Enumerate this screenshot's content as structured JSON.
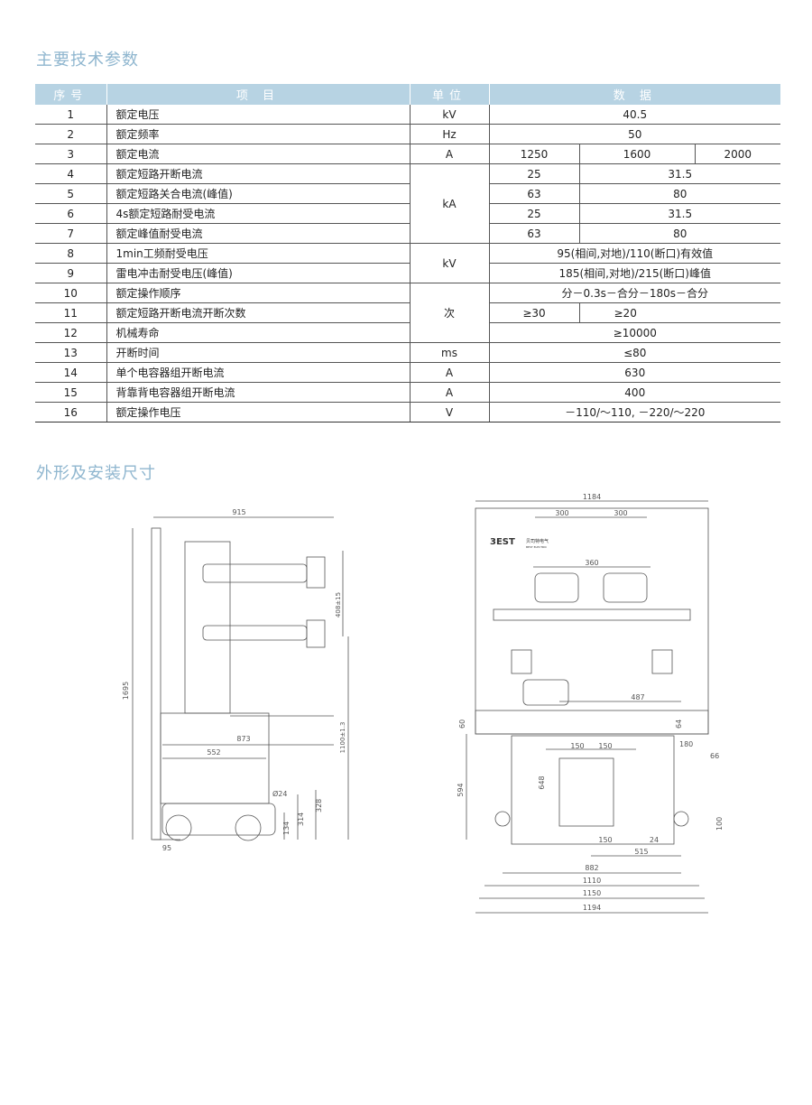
{
  "titles": {
    "specs": "主要技术参数",
    "dimensions": "外形及安装尺寸"
  },
  "table": {
    "headers": [
      "序号",
      "项 目",
      "单位",
      "数 据"
    ],
    "rows": [
      {
        "no": "1",
        "item": "额定电压",
        "unit": "kV",
        "data": [
          "40.5"
        ]
      },
      {
        "no": "2",
        "item": "额定频率",
        "unit": "Hz",
        "data": [
          "50"
        ]
      },
      {
        "no": "3",
        "item": "额定电流",
        "unit": "A",
        "data": [
          "1250",
          "1600",
          "2000"
        ]
      },
      {
        "no": "4",
        "item": "额定短路开断电流",
        "unit": "kA",
        "data": [
          "25",
          "31.5"
        ]
      },
      {
        "no": "5",
        "item": "额定短路关合电流(峰值)",
        "unit": "",
        "data": [
          "63",
          "80"
        ]
      },
      {
        "no": "6",
        "item": "4s额定短路耐受电流",
        "unit": "",
        "data": [
          "25",
          "31.5"
        ]
      },
      {
        "no": "7",
        "item": "额定峰值耐受电流",
        "unit": "",
        "data": [
          "63",
          "80"
        ]
      },
      {
        "no": "8",
        "item": "1min工频耐受电压",
        "unit": "kV",
        "data": [
          "95(相间,对地)/110(断口)有效值"
        ]
      },
      {
        "no": "9",
        "item": "雷电冲击耐受电压(峰值)",
        "unit": "",
        "data": [
          "185(相间,对地)/215(断口)峰值"
        ]
      },
      {
        "no": "10",
        "item": "额定操作顺序",
        "unit": "次",
        "data": [
          "分－0.3s－合分－180s－合分"
        ]
      },
      {
        "no": "11",
        "item": "额定短路开断电流开断次数",
        "unit": "",
        "data": [
          "≥30",
          "≥20"
        ]
      },
      {
        "no": "12",
        "item": "机械寿命",
        "unit": "",
        "data": [
          "≥10000"
        ]
      },
      {
        "no": "13",
        "item": "开断时间",
        "unit": "ms",
        "data": [
          "≤80"
        ]
      },
      {
        "no": "14",
        "item": "单个电容器组开断电流",
        "unit": "A",
        "data": [
          "630"
        ]
      },
      {
        "no": "15",
        "item": "背靠背电容器组开断电流",
        "unit": "A",
        "data": [
          "400"
        ]
      },
      {
        "no": "16",
        "item": "额定操作电压",
        "unit": "V",
        "data": [
          "－110/～110, －220/～220"
        ]
      }
    ]
  },
  "side_drawing": {
    "dims": {
      "d915": "915",
      "d1695": "1695",
      "d408": "408±15",
      "d1100": "1100±1.3",
      "d873": "873",
      "d552": "552",
      "d24": "Ø24",
      "d328": "328",
      "d314": "314",
      "d134": "134",
      "d95": "95"
    }
  },
  "front_drawing": {
    "brand": "3EST",
    "brand_cn": "贝司特电气",
    "brand_en": "BEST ELECTRIC",
    "dims": {
      "d1184": "1184",
      "d300a": "300",
      "d300b": "300",
      "d360": "360",
      "d487": "487",
      "d60": "60",
      "d64": "64",
      "d180": "180",
      "d66": "66",
      "d150a": "150",
      "d150b": "150",
      "d594": "594",
      "d648": "648",
      "d150c": "150",
      "d24b": "24",
      "d515": "515",
      "d100": "100",
      "d882": "882",
      "d1110": "1110",
      "d1150": "1150",
      "d1194": "1194"
    }
  }
}
